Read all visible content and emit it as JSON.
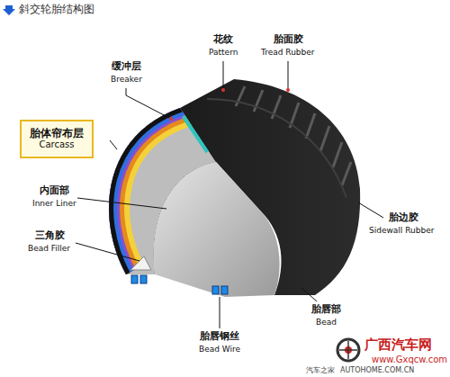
{
  "diagram": {
    "title": "斜交轮胎结构图",
    "nodes": [
      {
        "text": [
          "胎体帘布层",
          "Carcass"
        ]
      }
    ],
    "labels": [
      "花纹",
      "Pattern",
      "胎面胶",
      "Tread Rubber",
      "缓冲层",
      "Breaker",
      "内面部",
      "Inner Liner",
      "三角胶",
      "Bead Filler",
      "胎边胶",
      "Sidewall Rubber",
      "胎唇部",
      "Bead",
      "胎唇钢丝",
      "Bead Wire",
      "广西汽车网",
      "www.Gxqcw.com",
      "汽车之家",
      "AUTOHOME.COM.CN"
    ]
  }
}
